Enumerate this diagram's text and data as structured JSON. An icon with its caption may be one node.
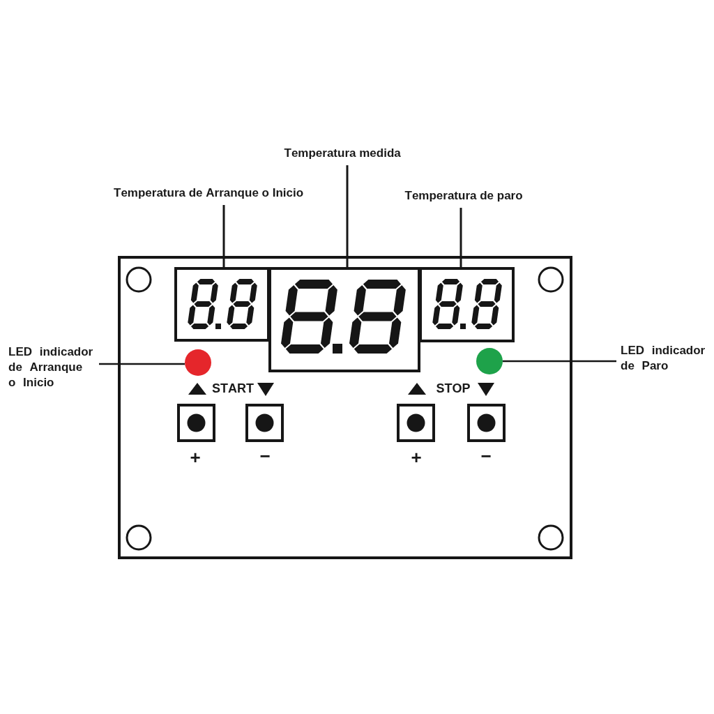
{
  "diagram": {
    "nodes": [
      {
        "text": [
          "Temperatura de Arranque o Inicio"
        ]
      },
      {
        "text": [
          "Temperatura medida"
        ]
      },
      {
        "text": [
          "Temperatura de paro"
        ]
      },
      {
        "text": [],
        "shape": "box"
      },
      {
        "text": [],
        "shape": "box"
      },
      {
        "text": [],
        "shape": "box"
      },
      {
        "text": [
          "LED indicador de Arranque o Inicio"
        ]
      },
      {
        "text": [],
        "shape": "circle"
      },
      {
        "text": [],
        "shape": "circle"
      },
      {
        "text": [
          "LED indicador de Paro"
        ]
      }
    ],
    "edges": [
      {
        "from": 0,
        "to": 3,
        "arrow": "none"
      },
      {
        "from": 1,
        "to": 4,
        "arrow": "none"
      },
      {
        "from": 2,
        "to": 5,
        "arrow": "none"
      },
      {
        "from": 6,
        "to": 7,
        "arrow": "none"
      },
      {
        "from": 9,
        "to": 8,
        "arrow": "none"
      }
    ],
    "labels": [
      "START",
      "STOP",
      "+",
      "−",
      "+",
      "−"
    ]
  }
}
